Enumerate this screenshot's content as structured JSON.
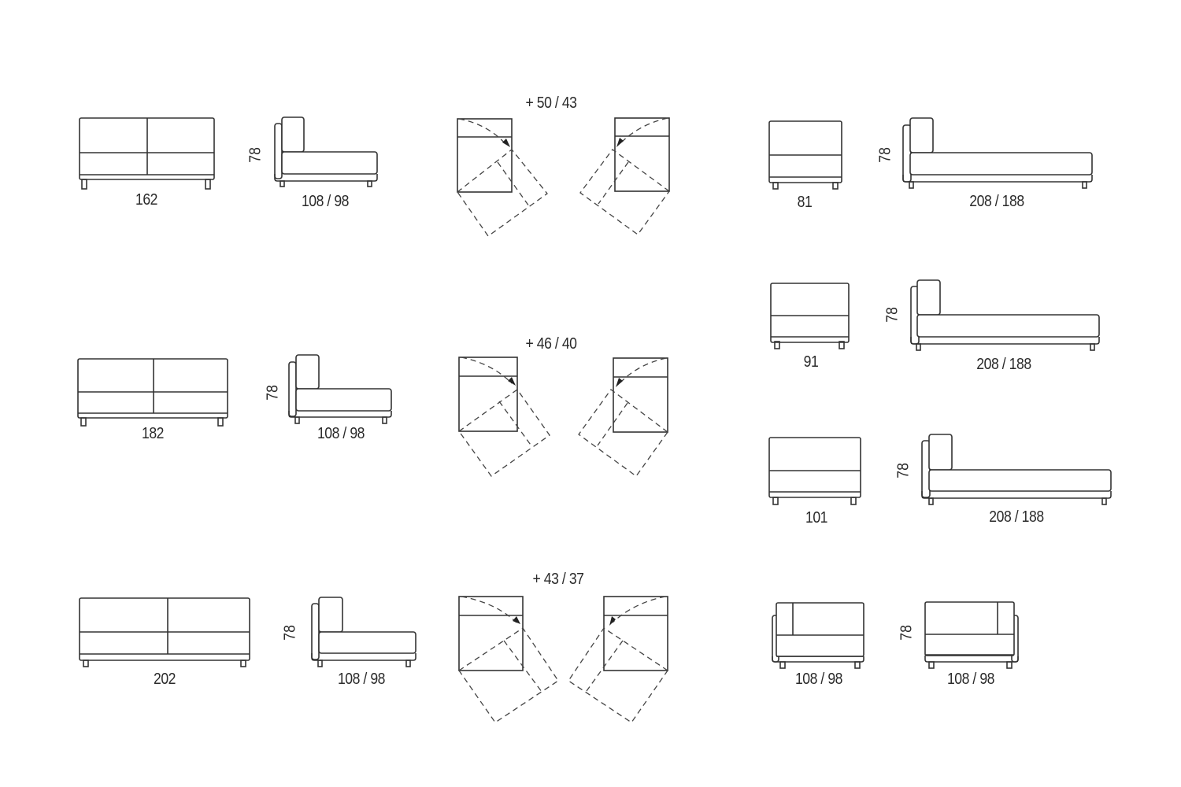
{
  "diagram": {
    "type": "furniture-dimension-sheet",
    "units": "cm",
    "rows": [
      {
        "sofa_front": {
          "width_label": "162"
        },
        "side_view": {
          "height_label": "78",
          "depth_label": "108 / 98"
        },
        "rotation": {
          "label": "+ 50 / 43"
        }
      },
      {
        "sofa_front": {
          "width_label": "182"
        },
        "side_view": {
          "height_label": "78",
          "depth_label": "108 / 98"
        },
        "rotation": {
          "label": "+ 46 / 40"
        }
      },
      {
        "sofa_front": {
          "width_label": "202"
        },
        "side_view": {
          "height_label": "78",
          "depth_label": "108 / 98"
        },
        "rotation": {
          "label": "+ 43 / 37"
        }
      }
    ],
    "right_column": [
      {
        "armchair": {
          "width_label": "81"
        },
        "chaise": {
          "height_label": "78",
          "depth_label": "208 / 188"
        }
      },
      {
        "armchair": {
          "width_label": "91"
        },
        "chaise": {
          "height_label": "78",
          "depth_label": "208 / 188"
        }
      },
      {
        "armchair": {
          "width_label": "101"
        },
        "chaise": {
          "height_label": "78",
          "depth_label": "208 / 188"
        }
      }
    ],
    "end_units": {
      "left_arm": {
        "width_label": "108 / 98"
      },
      "right_arm": {
        "height_label": "78",
        "width_label": "108 / 98"
      }
    }
  },
  "colors": {
    "line": "#333333",
    "background": "#ffffff",
    "text": "#2a2a2a"
  }
}
